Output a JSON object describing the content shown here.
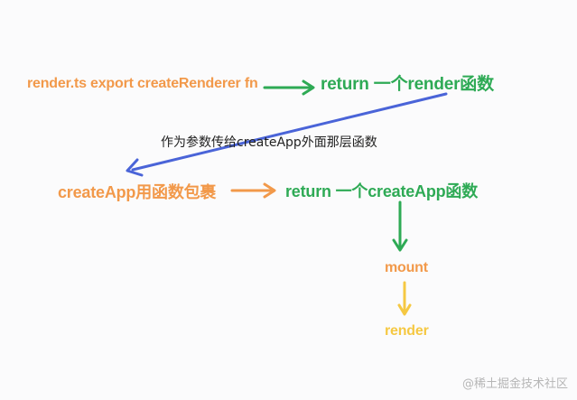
{
  "nodes": {
    "render_ts": "render.ts export createRenderer fn",
    "return_render": "return 一个render函数",
    "createapp_wrap": "createApp用函数包裹",
    "return_createapp": "return 一个createApp函数",
    "mount": "mount",
    "render": "render"
  },
  "edge_labels": {
    "pass_param": "作为参数传给createApp外面那层函数"
  },
  "colors": {
    "orange": "#f2994a",
    "green": "#2eaa55",
    "blue": "#4a64d8",
    "yellow": "#f5c842"
  },
  "watermark": "@稀土掘金技术社区"
}
